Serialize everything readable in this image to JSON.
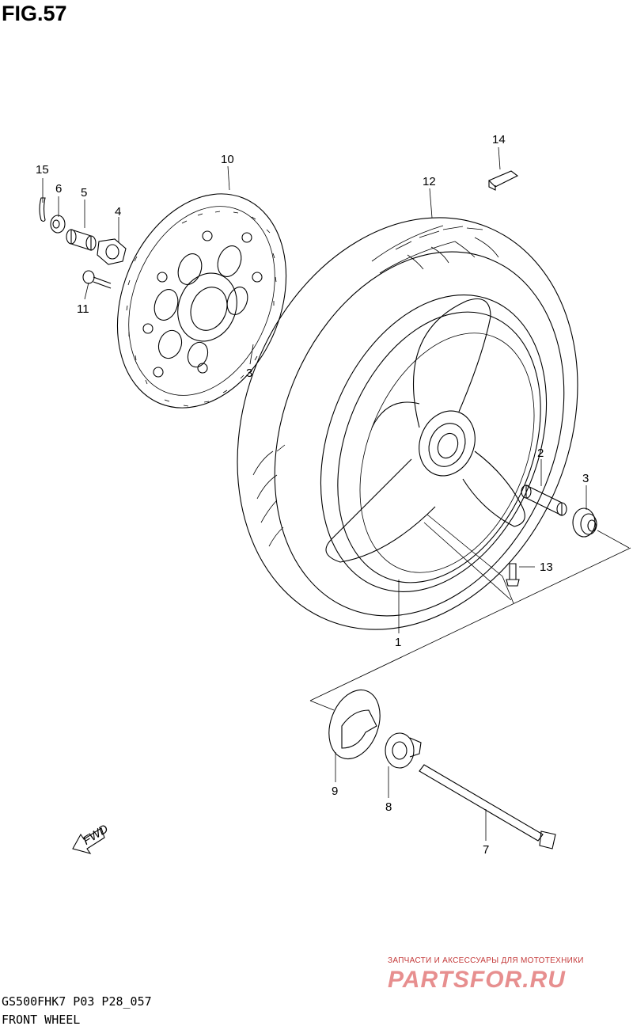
{
  "figure": {
    "title": "FIG.57",
    "code": "GS500FHK7 P03 P28_057",
    "name": "FRONT WHEEL"
  },
  "watermark": {
    "caption": "ЗАПЧАСТИ И АКСЕССУАРЫ ДЛЯ МОТОТЕХНИКИ",
    "logo": "PARTSFOR.RU",
    "color": "#e06a6a"
  },
  "fwd_label": "FWD",
  "callouts": [
    {
      "id": "c1",
      "text": "1"
    },
    {
      "id": "c2",
      "text": "2"
    },
    {
      "id": "c3a",
      "text": "3"
    },
    {
      "id": "c3b",
      "text": "3"
    },
    {
      "id": "c4",
      "text": "4"
    },
    {
      "id": "c5",
      "text": "5"
    },
    {
      "id": "c6",
      "text": "6"
    },
    {
      "id": "c7",
      "text": "7"
    },
    {
      "id": "c8",
      "text": "8"
    },
    {
      "id": "c9",
      "text": "9"
    },
    {
      "id": "c10",
      "text": "10"
    },
    {
      "id": "c11",
      "text": "11"
    },
    {
      "id": "c12",
      "text": "12"
    },
    {
      "id": "c13",
      "text": "13"
    },
    {
      "id": "c14",
      "text": "14"
    },
    {
      "id": "c15",
      "text": "15"
    }
  ]
}
